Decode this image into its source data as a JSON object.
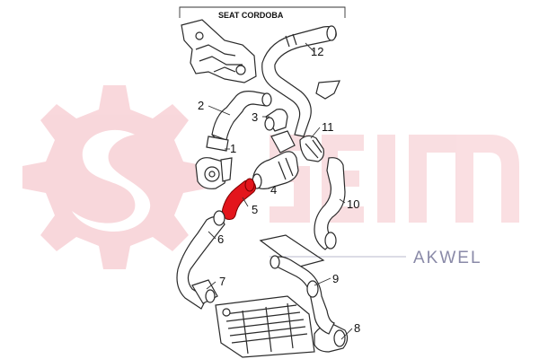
{
  "header": {
    "model_label": "SEAT CORDOBA"
  },
  "watermark": {
    "brand_text": "AKWEL",
    "accent": "#f4b8bf",
    "brand_color": "#8a8aa8"
  },
  "highlight": {
    "part_number": "5",
    "color": "#e3151c"
  },
  "callouts": [
    {
      "number": "1"
    },
    {
      "number": "2"
    },
    {
      "number": "3"
    },
    {
      "number": "4"
    },
    {
      "number": "5"
    },
    {
      "number": "6"
    },
    {
      "number": "7"
    },
    {
      "number": "8"
    },
    {
      "number": "9"
    },
    {
      "number": "10"
    },
    {
      "number": "11"
    },
    {
      "number": "12"
    }
  ]
}
